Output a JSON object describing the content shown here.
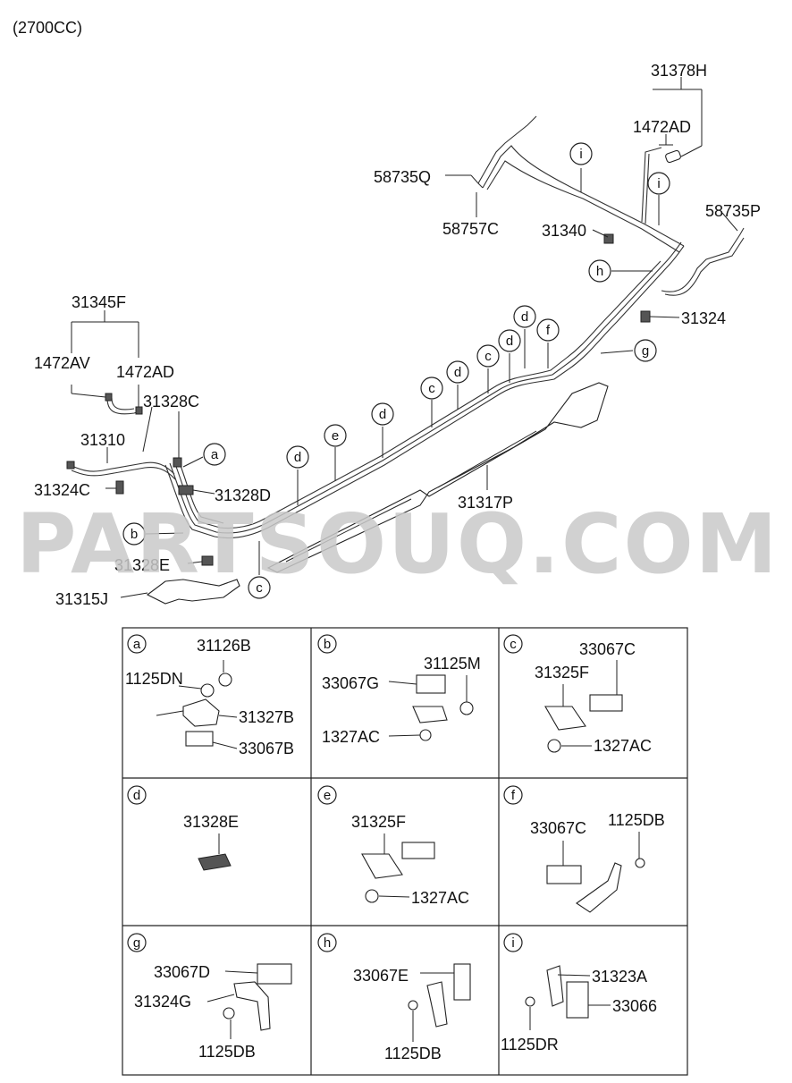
{
  "header": {
    "engine_note": "(2700CC)"
  },
  "watermark": {
    "text": "PARTSOUQ.COM"
  },
  "main_labels": {
    "p31378H": "31378H",
    "p1472AD_top": "1472AD",
    "p58735Q": "58735Q",
    "p58757C": "58757C",
    "p31340": "31340",
    "p58735P": "58735P",
    "p31324": "31324",
    "p31345F": "31345F",
    "p1472AV": "1472AV",
    "p1472AD_left": "1472AD",
    "p31328C": "31328C",
    "p31310": "31310",
    "p31324C": "31324C",
    "p31328D": "31328D",
    "p31328E": "31328E",
    "p31315J": "31315J",
    "p31317P": "31317P"
  },
  "callouts": {
    "i1": "i",
    "i2": "i",
    "h": "h",
    "g": "g",
    "f": "f",
    "d1": "d",
    "d2": "d",
    "c1": "c",
    "d3": "d",
    "c2": "c",
    "d4": "d",
    "e": "e",
    "d5": "d",
    "a": "a",
    "b": "b",
    "c3": "c"
  },
  "detail_cells": [
    {
      "letter": "a",
      "labels": [
        "31126B",
        "1125DN",
        "31327B",
        "33067B"
      ]
    },
    {
      "letter": "b",
      "labels": [
        "33067G",
        "31125M",
        "1327AC"
      ]
    },
    {
      "letter": "c",
      "labels": [
        "33067C",
        "31325F",
        "1327AC"
      ]
    },
    {
      "letter": "d",
      "labels": [
        "31328E"
      ]
    },
    {
      "letter": "e",
      "labels": [
        "31325F",
        "1327AC"
      ]
    },
    {
      "letter": "f",
      "labels": [
        "33067C",
        "1125DB"
      ]
    },
    {
      "letter": "g",
      "labels": [
        "33067D",
        "31324G",
        "1125DB"
      ]
    },
    {
      "letter": "h",
      "labels": [
        "33067E",
        "1125DB"
      ]
    },
    {
      "letter": "i",
      "labels": [
        "31323A",
        "33066",
        "1125DR"
      ]
    }
  ]
}
